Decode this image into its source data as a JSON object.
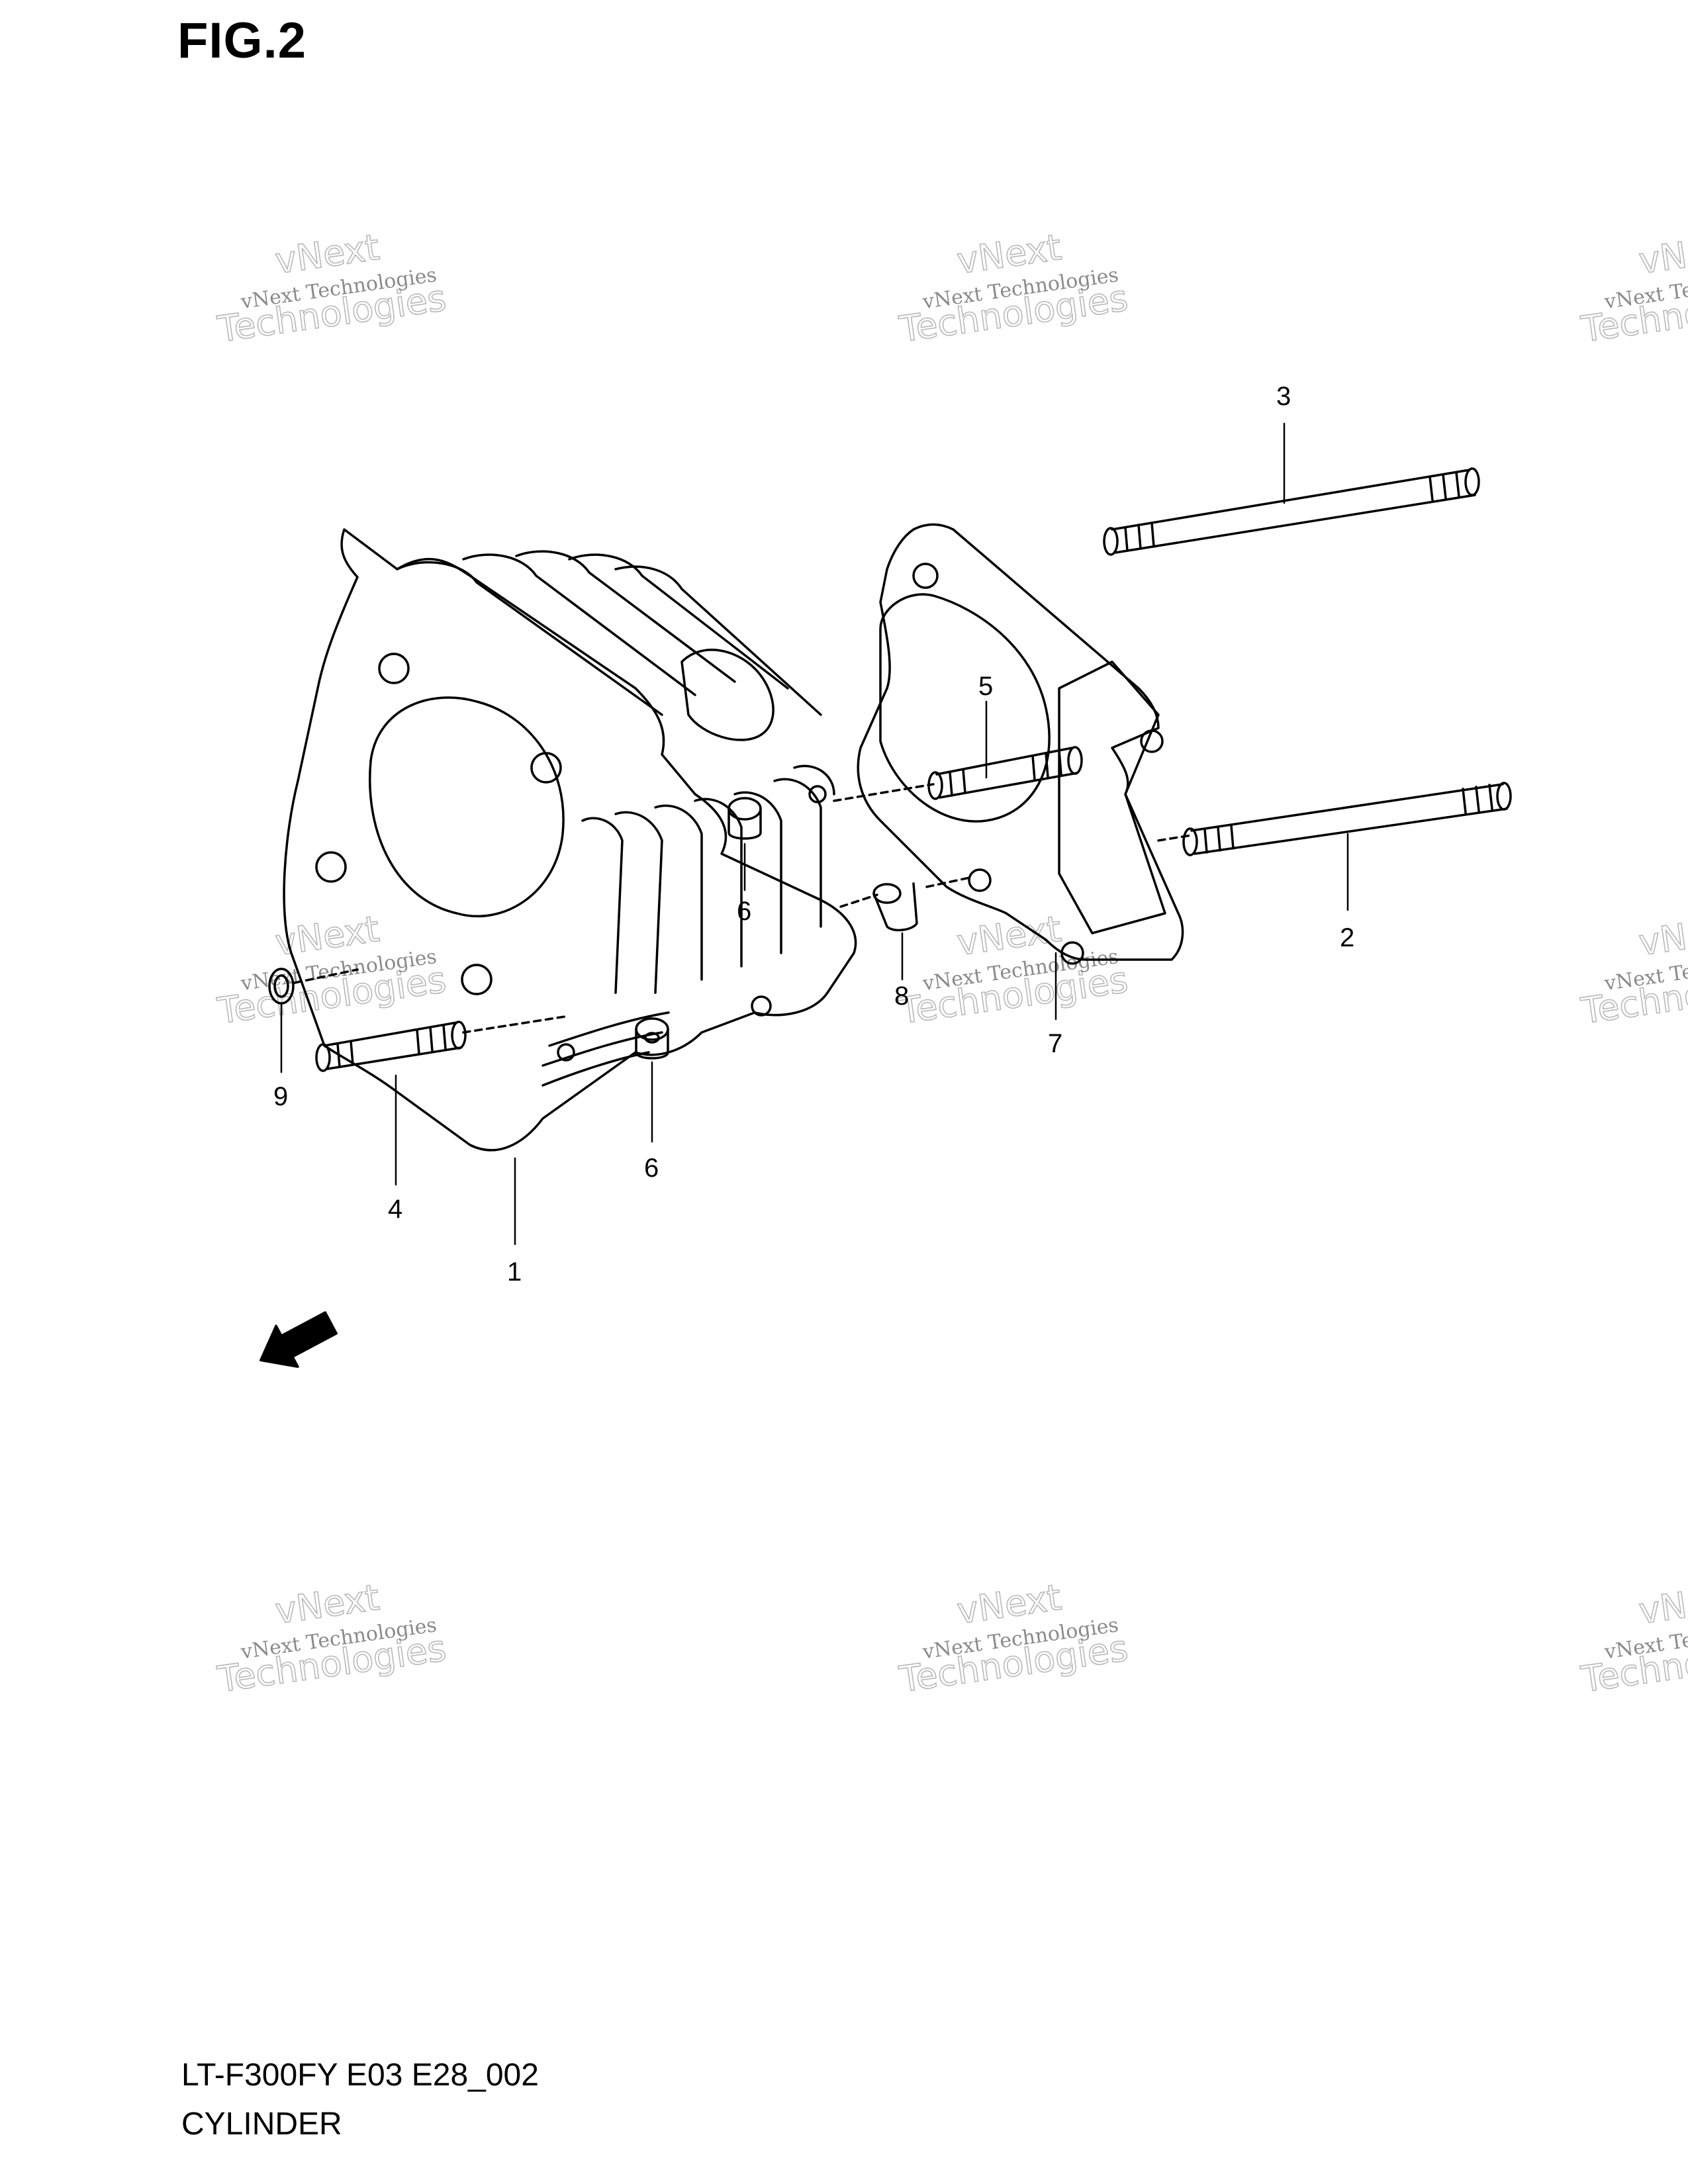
{
  "figure": {
    "title": "FIG.2",
    "model_code": "LT-F300FY E03 E28_002",
    "assembly_name": "CYLINDER"
  },
  "callouts": [
    {
      "id": "1",
      "label": "1"
    },
    {
      "id": "2",
      "label": "2"
    },
    {
      "id": "3",
      "label": "3"
    },
    {
      "id": "4",
      "label": "4"
    },
    {
      "id": "5",
      "label": "5"
    },
    {
      "id": "6a",
      "label": "6"
    },
    {
      "id": "6b",
      "label": "6"
    },
    {
      "id": "7",
      "label": "7"
    },
    {
      "id": "8",
      "label": "8"
    },
    {
      "id": "9",
      "label": "9"
    }
  ],
  "watermark": {
    "line1": "vNext Technologies",
    "line2": "vNext",
    "line3": "Technologies"
  },
  "fwd_marker": "FWD",
  "icons": {
    "fwd_arrow": "fwd-arrow-icon"
  }
}
